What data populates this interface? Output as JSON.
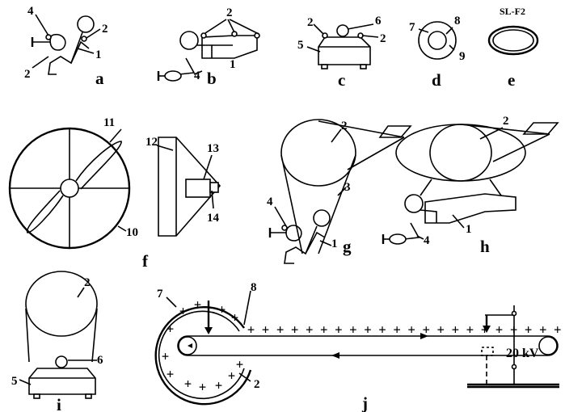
{
  "panels": {
    "a": {
      "letter": "a",
      "labels": [
        "4",
        "2",
        "1",
        "2"
      ]
    },
    "b": {
      "letter": "b",
      "labels": [
        "2",
        "1",
        "4"
      ]
    },
    "c": {
      "letter": "c",
      "labels": [
        "2",
        "6",
        "2",
        "5"
      ]
    },
    "d": {
      "letter": "d",
      "labels": [
        "7",
        "8",
        "9"
      ]
    },
    "e": {
      "letter": "e",
      "caption": "SL-F2"
    },
    "f": {
      "letter": "f",
      "labels": [
        "11",
        "12",
        "13",
        "14",
        "10"
      ]
    },
    "g": {
      "letter": "g",
      "labels": [
        "2",
        "3",
        "4",
        "1"
      ]
    },
    "h": {
      "letter": "h",
      "labels": [
        "2",
        "1",
        "4"
      ]
    },
    "i": {
      "letter": "i",
      "labels": [
        "2",
        "6",
        "5"
      ]
    },
    "j": {
      "letter": "j",
      "labels": [
        "7",
        "8",
        "2"
      ],
      "voltage": "20 kV"
    }
  }
}
